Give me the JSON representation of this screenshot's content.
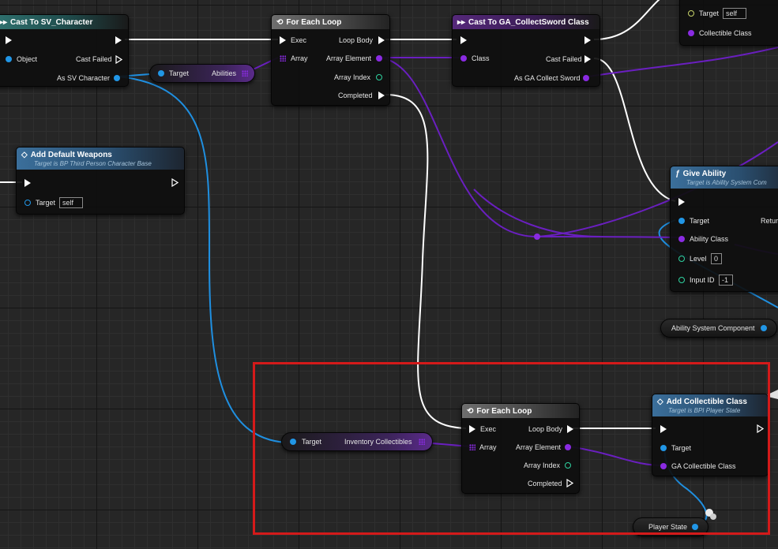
{
  "nodes": {
    "cast_sv": {
      "title": "Cast To SV_Character",
      "object": "Object",
      "cast_failed": "Cast Failed",
      "as_sv": "As SV Character"
    },
    "target_abilities": {
      "target": "Target",
      "abilities": "Abilities"
    },
    "foreach1": {
      "title": "For Each Loop",
      "exec": "Exec",
      "array": "Array",
      "loop_body": "Loop Body",
      "array_element": "Array Element",
      "array_index": "Array Index",
      "completed": "Completed"
    },
    "cast_sword": {
      "title": "Cast To GA_CollectSword Class",
      "class": "Class",
      "cast_failed": "Cast Failed",
      "as_ga": "As GA Collect Sword"
    },
    "top_right": {
      "target": "Target",
      "target_value": "self",
      "collectible_class": "Collectible Class"
    },
    "add_weapons": {
      "title": "Add Default Weapons",
      "subtitle": "Target is BP Third Person Character Base",
      "target": "Target",
      "target_value": "self"
    },
    "give_ability": {
      "title": "Give Ability",
      "subtitle": "Target is Ability System Com",
      "target": "Target",
      "return": "Retur",
      "ability_class": "Ability Class",
      "level": "Level",
      "level_value": "0",
      "input_id": "Input ID",
      "input_id_value": "-1"
    },
    "asc": {
      "label": "Ability System Component"
    },
    "inv": {
      "target": "Target",
      "label": "Inventory Collectibles"
    },
    "foreach2": {
      "title": "For Each Loop",
      "exec": "Exec",
      "array": "Array",
      "loop_body": "Loop Body",
      "array_element": "Array Element",
      "array_index": "Array Index",
      "completed": "Completed"
    },
    "add_collectible": {
      "title": "Add Collectible Class",
      "subtitle": "Target is BPI Player State",
      "target": "Target",
      "ga_class": "GA Collectible Class"
    },
    "player_state": {
      "label": "Player State"
    }
  },
  "icons": {
    "cast": "cast-arrows-icon",
    "loop": "loop-icon",
    "function": "function-icon",
    "interface": "interface-diamond-icon"
  },
  "colors": {
    "exec": "#ffffff",
    "object_pin": "#2196e6",
    "class_pin": "#8a2be2",
    "int_pin": "#2fd3a0",
    "highlight": "#d41a1a"
  }
}
